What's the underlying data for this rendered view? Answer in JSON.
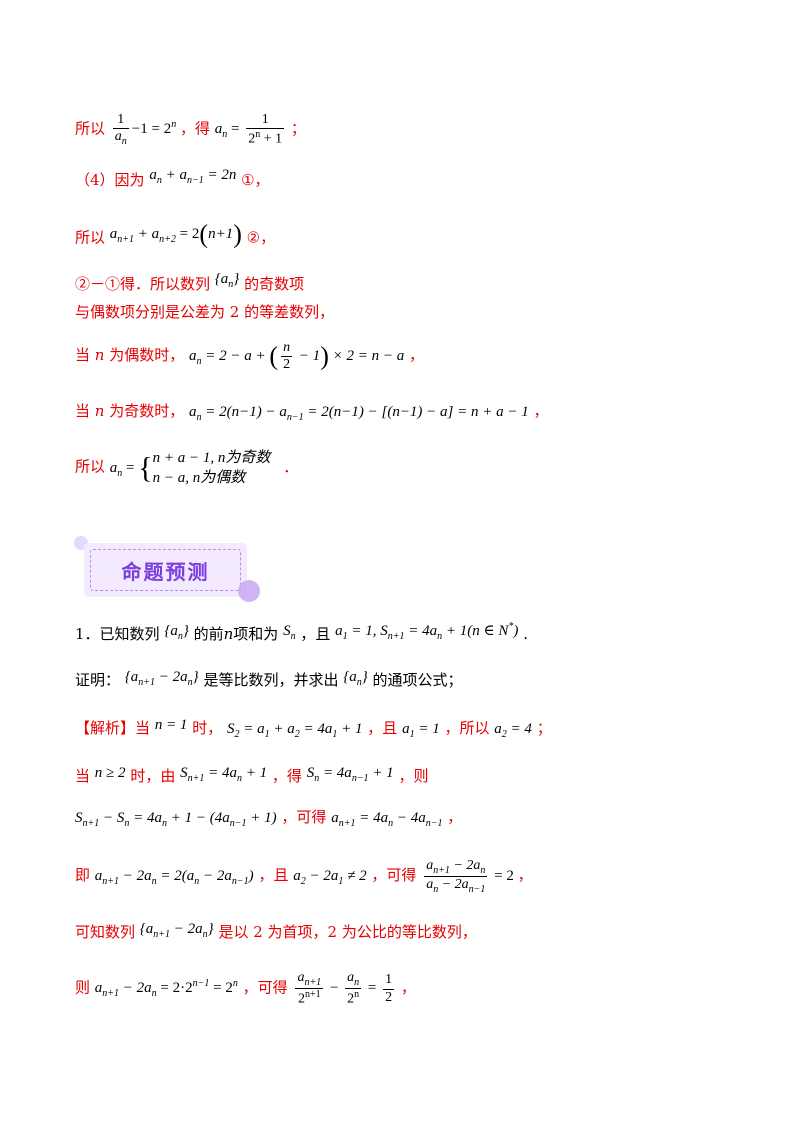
{
  "sol_prev": {
    "l1": {
      "t1": "所以",
      "f_num": "1",
      "f_den": "a",
      "f_den_sub": "n",
      "rhs": "−1 = 2",
      "rhs_sup": "n",
      "t2": "，得",
      "a": "a",
      "a_sub": "n",
      "eq": " =",
      "g_num": "1",
      "g_den": "2",
      "g_den_sup": "n",
      "g_den2": " + 1",
      "t3": "；"
    },
    "l2": {
      "t1": "（4）因为",
      "expr": "a",
      "s1": "n",
      "expr2": " + a",
      "s2": "n−1",
      "expr3": " = 2n",
      "t2": "①，"
    },
    "l3": {
      "t1": "所以",
      "expr": "a",
      "s1": "n+1",
      "expr2": " + a",
      "s2": "n+2",
      "expr3": " = 2",
      "p1": "(",
      "mid": "n+1",
      "p2": ")",
      "t2": "②，"
    },
    "l4": {
      "t1": "②－①得．所以数列",
      "expr": "{a",
      "s1": "n",
      "expr2": "}",
      "t2": "的奇数项"
    },
    "l5": {
      "t1": "与偶数项分别是公差为 2 的等差数列，"
    },
    "l6": {
      "t1": "当 ",
      "n": "n",
      "t2": " 为偶数时，",
      "a": "a",
      "a_sub": "n",
      "e1": " = 2 − a + ",
      "p1": "(",
      "f_num": "n",
      "f_den": "2",
      "e2": " − 1",
      "p2": ")",
      "e3": " × 2 = n − a",
      "t3": "，"
    },
    "l7": {
      "t1": "当 ",
      "n": "n",
      "t2": " 为奇数时，",
      "a": "a",
      "a_sub": "n",
      "e1": " = 2(n−1) − a",
      "s2": "n−1",
      "e2": " = 2(n−1) − [(n−1) − a] = n + a − 1",
      "t3": "，"
    },
    "l8": {
      "t1": "所以",
      "a": "a",
      "a_sub": "n",
      "eq": " = ",
      "brace": "{",
      "c1": "n + a − 1, n为奇数",
      "c2": "n − a, n为偶数",
      "t2": "．"
    }
  },
  "brand": {
    "title": "命题预测"
  },
  "prob": {
    "l1": {
      "t1": "1．已知数列",
      "e1": "{a",
      "s1": "n",
      "e1b": "}",
      "t2": "的前",
      "n": "n",
      "t3": "项和为",
      "S": "S",
      "Ss": "n",
      "t4": "，且",
      "e2": "a",
      "e2s": "1",
      "e2b": " = 1, S",
      "e2s2": "n+1",
      "e2c": " = 4a",
      "e2s3": "n",
      "e2d": " + 1(n ∈ N",
      "e2sup": "*",
      "e2e": ")",
      "t5": "."
    },
    "l2": {
      "t1": "证明：",
      "e1": "{a",
      "s1": "n+1",
      "e1b": " − 2a",
      "s2": "n",
      "e1c": "}",
      "t2": "是等比数列，并求出",
      "e2": "{a",
      "s3": "n",
      "e2b": "}",
      "t3": "的通项公式；"
    },
    "l3": {
      "tag": "【解析】",
      "t1": "当",
      "e1": "n = 1",
      "t2": "时，",
      "e2": "S",
      "s1": "2",
      "e2b": " = a",
      "s2": "1",
      "e2c": " + a",
      "s3": "2",
      "e2d": " = 4a",
      "s4": "1",
      "e2e": " + 1",
      "t3": "，且",
      "e3": "a",
      "s5": "1",
      "e3b": " = 1",
      "t4": "，所以",
      "e4": "a",
      "s6": "2",
      "e4b": " = 4",
      "t5": "；"
    },
    "l4": {
      "t1": "当",
      "e1": "n ≥ 2",
      "t2": "时，由",
      "e2": "S",
      "s1": "n+1",
      "e2b": " = 4a",
      "s2": "n",
      "e2c": " + 1",
      "t3": "，得",
      "e3": "S",
      "s3": "n",
      "e3b": " = 4a",
      "s4": "n−1",
      "e3c": " + 1",
      "t4": "，则"
    },
    "l5": {
      "e1": "S",
      "s1": "n+1",
      "e1b": " − S",
      "s2": "n",
      "e1c": " = 4a",
      "s3": "n",
      "e1d": " + 1 − (4a",
      "s4": "n−1",
      "e1e": " + 1)",
      "t1": "，可得",
      "e2": "a",
      "s5": "n+1",
      "e2b": " = 4a",
      "s6": "n",
      "e2c": " − 4a",
      "s7": "n−1",
      "t2": "，"
    },
    "l6": {
      "t1": "即",
      "e1": "a",
      "s1": "n+1",
      "e1b": " − 2a",
      "s2": "n",
      "e1c": " = 2(a",
      "s3": "n",
      "e1d": " − 2a",
      "s4": "n−1",
      "e1e": ")",
      "t2": "，且",
      "e2": "a",
      "s5": "2",
      "e2b": " − 2a",
      "s6": "1",
      "e2c": " ≠ 2",
      "t3": "，可得",
      "fn": "a",
      "fns1": "n+1",
      "fnb": " − 2a",
      "fns2": "n",
      "fd": "a",
      "fds1": "n",
      "fdb": " − 2a",
      "fds2": "n−1",
      "e3": " = 2",
      "t4": "，"
    },
    "l7": {
      "t1": "可知数列",
      "e1": "{a",
      "s1": "n+1",
      "e1b": " − 2a",
      "s2": "n",
      "e1c": "}",
      "t2": "是以 2 为首项，2 为公比的等比数列，"
    },
    "l8": {
      "t1": "则",
      "e1": "a",
      "s1": "n+1",
      "e1b": " − 2a",
      "s2": "n",
      "e1c": " = 2·2",
      "sup1": "n−1",
      "e1d": " = 2",
      "sup2": "n",
      "t2": "，可得",
      "f1n": "a",
      "f1ns": "n+1",
      "f1d": "2",
      "f1dsup": "n+1",
      "mid": " − ",
      "f2n": "a",
      "f2ns": "n",
      "f2d": "2",
      "f2dsup": "n",
      "eq": " = ",
      "f3n": "1",
      "f3d": "2",
      "t3": "，"
    }
  }
}
